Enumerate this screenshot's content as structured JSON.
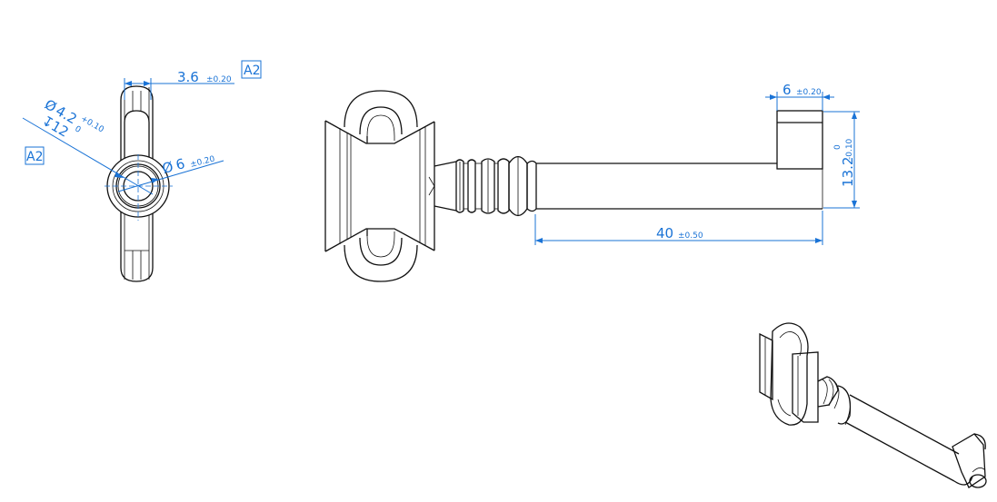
{
  "datum_label": "A2",
  "dimensions": {
    "width_36": {
      "value": "3.6",
      "tol": "±0.20"
    },
    "hole_dia": {
      "symbol": "Ø",
      "value": "4.2",
      "tol_upper": "+0.10",
      "tol_lower": "0"
    },
    "hole_depth": {
      "symbol": "↧",
      "value": "12"
    },
    "outer_dia": {
      "symbol": "Ø",
      "value": "6",
      "tol": "±0.20"
    },
    "bit_width": {
      "value": "6",
      "tol": "±0.20"
    },
    "bit_height": {
      "value": "13.2",
      "tol_upper": "0",
      "tol_lower": "-0.10"
    },
    "length": {
      "value": "40",
      "tol": "±0.50"
    }
  },
  "colors": {
    "dimension": "#1a73d6",
    "geometry": "#111111"
  }
}
